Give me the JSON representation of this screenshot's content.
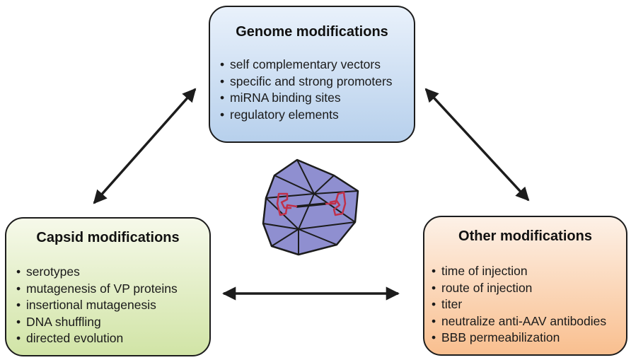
{
  "genome_box": {
    "title": "Genome modifications",
    "items": [
      "self complementary vectors",
      "specific and strong promoters",
      "miRNA binding sites",
      "regulatory elements"
    ]
  },
  "capsid_box": {
    "title": "Capsid modifications",
    "items": [
      "serotypes",
      "mutagenesis of VP proteins",
      "insertional mutagenesis",
      "DNA shuffling",
      "directed evolution"
    ]
  },
  "other_box": {
    "title": "Other modifications",
    "items": [
      "time of injection",
      "route of injection",
      "titer",
      "neutralize anti-AAV antibodies",
      "BBB permeabilization"
    ]
  },
  "colors": {
    "genome_fill": "#b7d0ec",
    "capsid_fill": "#d1e4a6",
    "other_fill": "#f9bf8f",
    "virus_fill": "#8f8fd0",
    "genome_strand": "#c0304a"
  }
}
